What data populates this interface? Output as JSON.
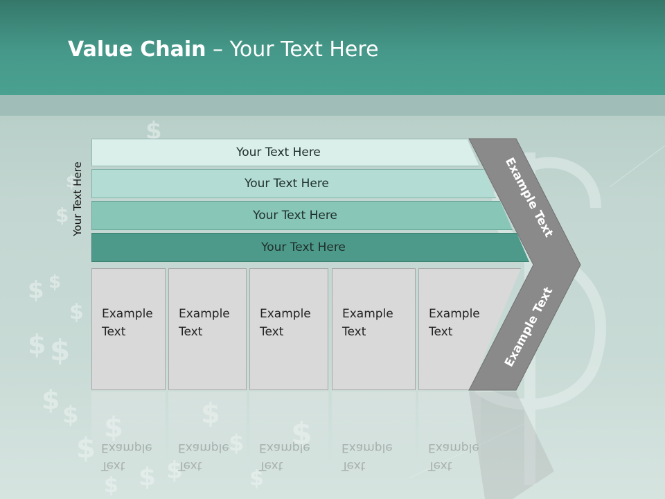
{
  "title": {
    "bold": "Value Chain",
    "rest": " – Your Text Here"
  },
  "side_label": "Your Text Here",
  "bars": [
    {
      "label": "Your Text Here",
      "color": "#daeeea"
    },
    {
      "label": "Your Text Here",
      "color": "#b3ddd4"
    },
    {
      "label": "Your Text Here",
      "color": "#88c6b8"
    },
    {
      "label": "Your Text Here",
      "color": "#4e9a8a"
    }
  ],
  "boxes": [
    {
      "line1": "Example",
      "line2": "Text"
    },
    {
      "line1": "Example",
      "line2": "Text"
    },
    {
      "line1": "Example",
      "line2": "Text"
    },
    {
      "line1": "Example",
      "line2": "Text"
    },
    {
      "line1": "Example",
      "line2": "Text"
    }
  ],
  "chevron": {
    "upper_label": "Example Text",
    "lower_label": "Example Text",
    "color": "#8a8a8a"
  },
  "colors": {
    "header": "#46998a",
    "box": "#d9d9d9"
  }
}
